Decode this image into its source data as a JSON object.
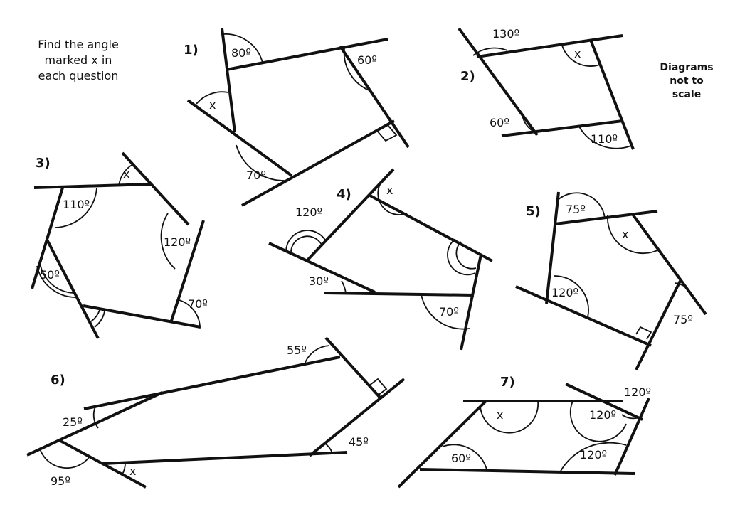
{
  "instructions": [
    "Find the angle",
    "marked x in",
    "each question"
  ],
  "note": [
    "Diagrams",
    "not to",
    "scale"
  ],
  "questions": [
    {
      "number": "1)",
      "angles": [
        "80º",
        "60º",
        "x",
        "70º"
      ]
    },
    {
      "number": "2)",
      "angles": [
        "130º",
        "x",
        "60º",
        "110º"
      ]
    },
    {
      "number": "3)",
      "angles": [
        "x",
        "110º",
        "120º",
        "50º",
        "70º"
      ]
    },
    {
      "number": "4)",
      "angles": [
        "x",
        "120º",
        "30º",
        "70º"
      ]
    },
    {
      "number": "5)",
      "angles": [
        "75º",
        "x",
        "120º",
        "75º"
      ]
    },
    {
      "number": "6)",
      "angles": [
        "55º",
        "25º",
        "45º",
        "95º",
        "x"
      ]
    },
    {
      "number": "7)",
      "angles": [
        "x",
        "120º",
        "120º",
        "60º",
        "120º"
      ]
    }
  ]
}
